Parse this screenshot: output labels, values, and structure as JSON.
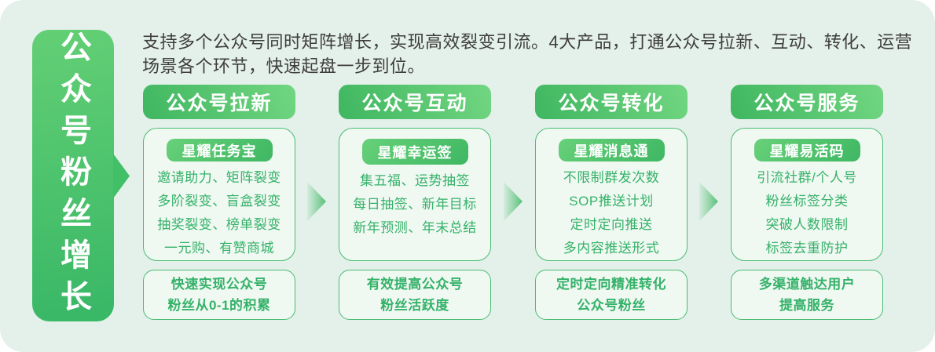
{
  "colors": {
    "canvas_bg": "#e4f0ea",
    "accent_green_light": "#67d179",
    "accent_green_dark": "#3fb660",
    "card_bg": "#f0f8f2",
    "card_border": "#4abc72",
    "feature_text": "#35b269",
    "intro_text": "#3d3d3d"
  },
  "sidebar": {
    "title": "公众号粉丝增长"
  },
  "intro": {
    "text": "支持多个公众号同时矩阵增长，实现高效裂变引流。4大产品，打通公众号拉新、互动、转化、运营场景各个环节，快速起盘一步到位。"
  },
  "columns": [
    {
      "header": "公众号拉新",
      "product": "星耀任务宝",
      "features": [
        "邀请助力、矩阵裂变",
        "多阶裂变、盲盒裂变",
        "抽奖裂变、榜单裂变",
        "一元购、有赞商城"
      ],
      "benefit_lines": [
        "快速实现公众号",
        "粉丝从0-1的积累"
      ]
    },
    {
      "header": "公众号互动",
      "product": "星耀幸运签",
      "features": [
        "集五福、运势抽签",
        "每日抽签、新年目标",
        "新年预测、年末总结"
      ],
      "benefit_lines": [
        "有效提高公众号",
        "粉丝活跃度"
      ]
    },
    {
      "header": "公众号转化",
      "product": "星耀消息通",
      "features": [
        "不限制群发次数",
        "SOP推送计划",
        "定时定向推送",
        "多内容推送形式"
      ],
      "benefit_lines": [
        "定时定向精准转化",
        "公众号粉丝"
      ]
    },
    {
      "header": "公众号服务",
      "product": "星耀易活码",
      "features": [
        "引流社群/个人号",
        "粉丝标签分类",
        "突破人数限制",
        "标签去重防护"
      ],
      "benefit_lines": [
        "多渠道触达用户",
        "提高服务"
      ]
    }
  ]
}
